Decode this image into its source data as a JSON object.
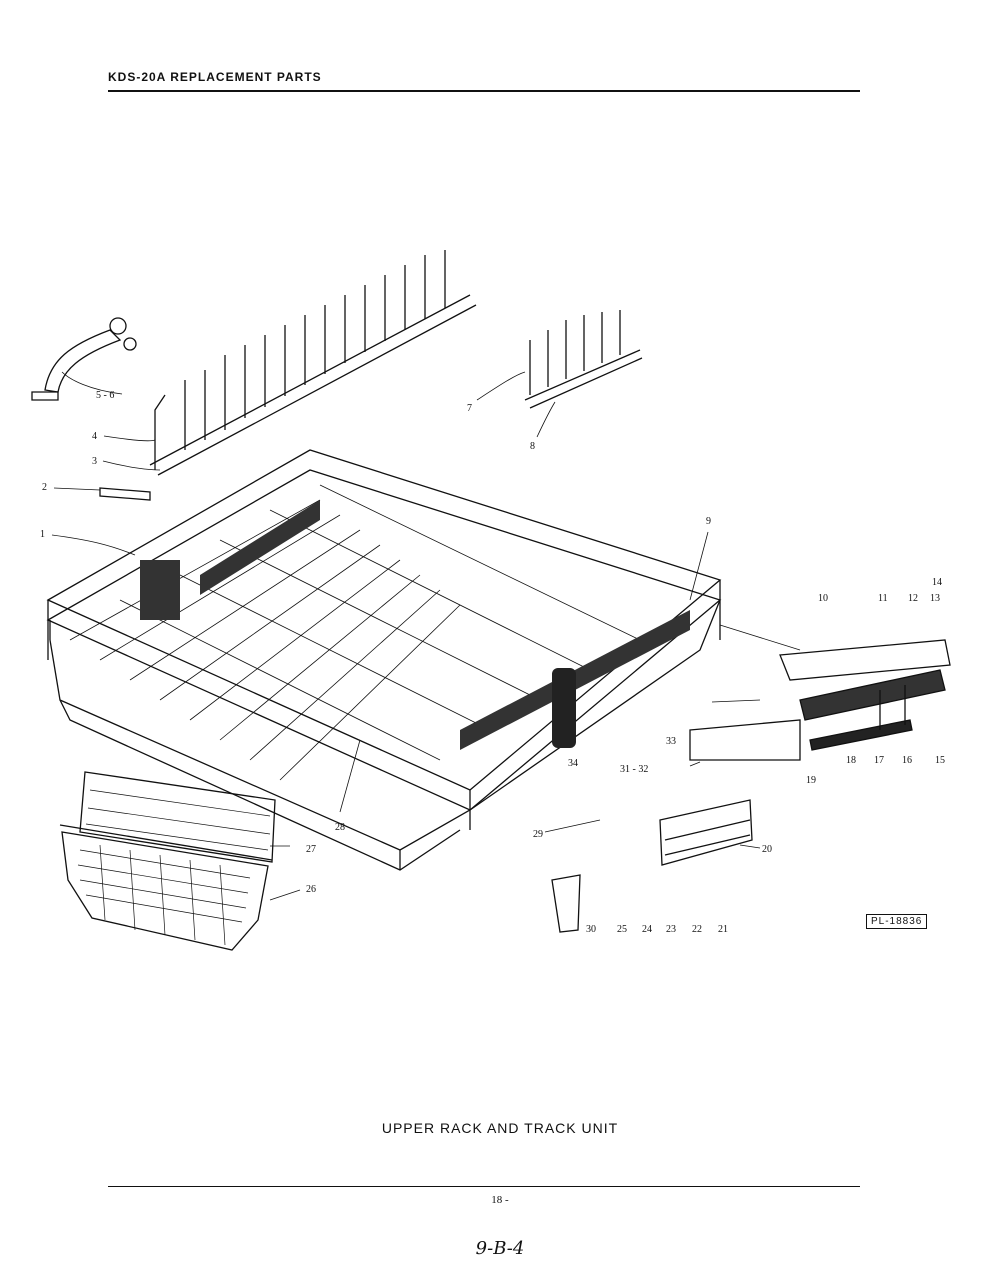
{
  "header": {
    "title": "KDS-20A REPLACEMENT PARTS"
  },
  "caption": "UPPER RACK AND TRACK UNIT",
  "plate_number": "PL-18836",
  "page_number": "18 -",
  "handwritten_note": "9-B-4",
  "callouts": [
    "1",
    "2",
    "3",
    "4",
    "5 - 6",
    "7",
    "8",
    "9",
    "10",
    "11",
    "12",
    "13",
    "14",
    "15",
    "16",
    "17",
    "18",
    "19",
    "20",
    "21",
    "22",
    "23",
    "24",
    "25",
    "26",
    "27",
    "28",
    "29",
    "30",
    "31 - 32",
    "33",
    "34"
  ]
}
